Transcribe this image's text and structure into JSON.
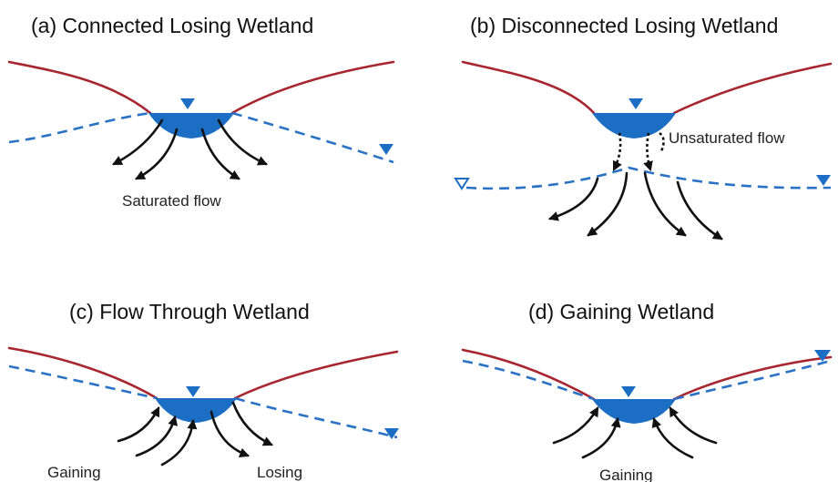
{
  "panels": {
    "a": {
      "title": "(a) Connected Losing Wetland",
      "label": "Saturated flow"
    },
    "b": {
      "title": "(b) Disconnected Losing Wetland",
      "label": "Unsaturated flow"
    },
    "c": {
      "title": "(c) Flow Through Wetland",
      "label_left": "Gaining",
      "label_right": "Losing"
    },
    "d": {
      "title": "(d) Gaining Wetland",
      "label": "Gaining"
    }
  },
  "colors": {
    "ground_surface": "#a8262f",
    "water_table": "#2a72c6",
    "surface_water": "#1c6dc4",
    "flow_arrows": "#111111"
  },
  "icons": [
    "water-table-triangle-icon",
    "open-water-table-triangle-icon",
    "flow-arrow-icon"
  ]
}
